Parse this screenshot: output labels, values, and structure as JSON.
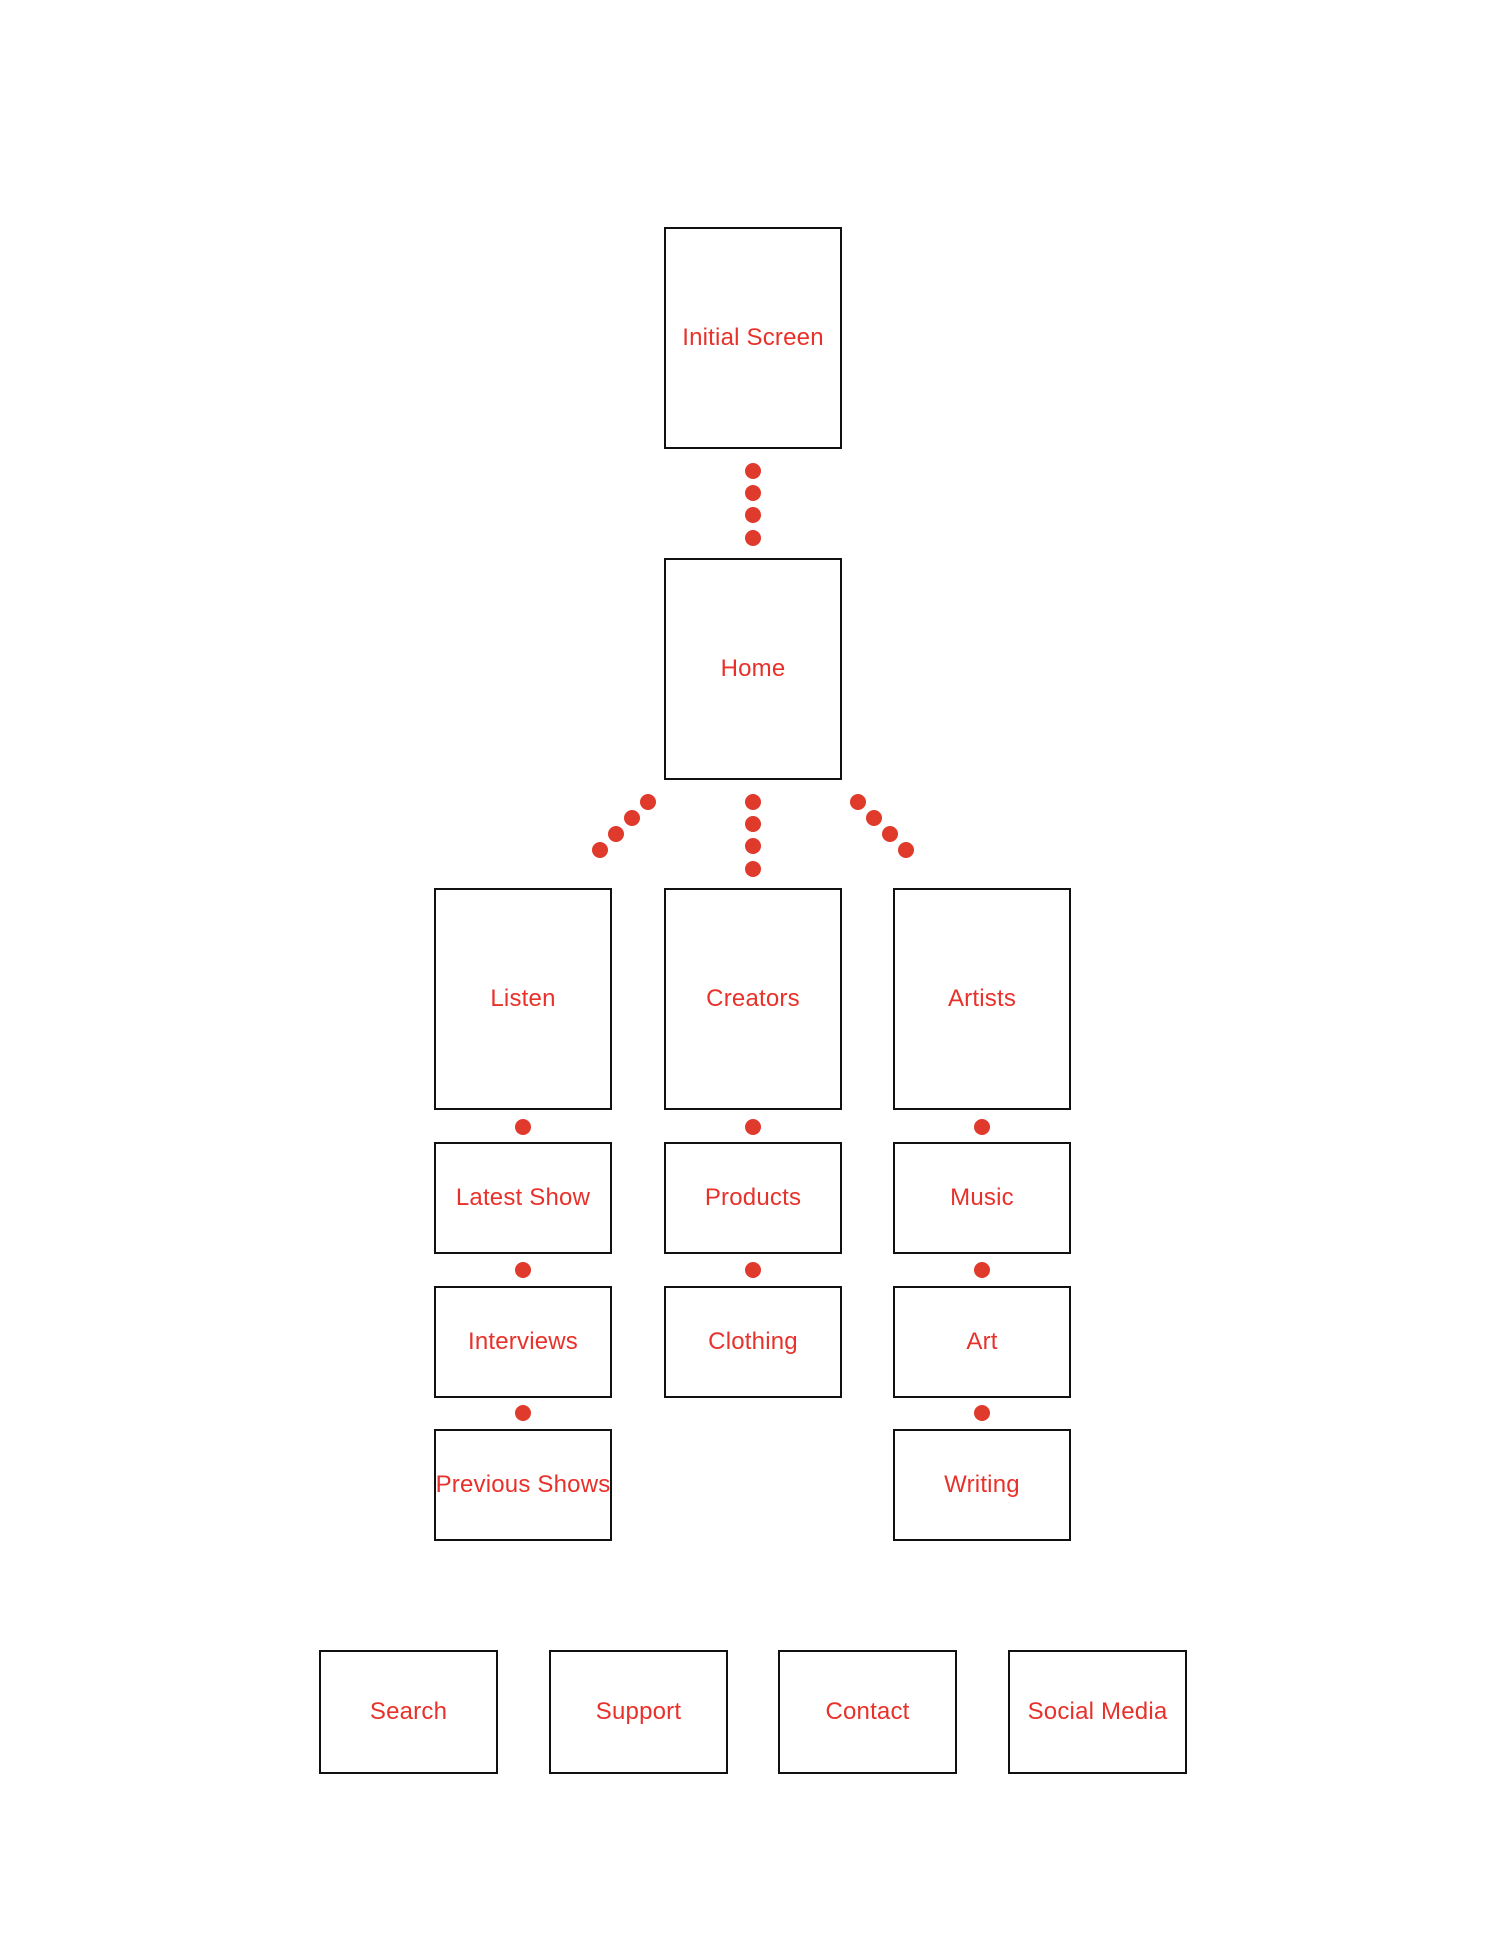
{
  "colors": {
    "label": "#e8312a",
    "connector": "#e03a2c",
    "border": "#111111",
    "background": "#ffffff"
  },
  "nodes": {
    "initial_screen": "Initial Screen",
    "home": "Home",
    "listen": "Listen",
    "creators": "Creators",
    "artists": "Artists",
    "latest_show": "Latest Show",
    "products": "Products",
    "music": "Music",
    "interviews": "Interviews",
    "clothing": "Clothing",
    "art": "Art",
    "previous_shows": "Previous Shows",
    "writing": "Writing",
    "search": "Search",
    "support": "Support",
    "contact": "Contact",
    "social_media": "Social Media"
  },
  "edges": [
    {
      "from": "initial_screen",
      "to": "home"
    },
    {
      "from": "home",
      "to": "listen"
    },
    {
      "from": "home",
      "to": "creators"
    },
    {
      "from": "home",
      "to": "artists"
    },
    {
      "from": "listen",
      "to": "latest_show"
    },
    {
      "from": "latest_show",
      "to": "interviews"
    },
    {
      "from": "interviews",
      "to": "previous_shows"
    },
    {
      "from": "creators",
      "to": "products"
    },
    {
      "from": "products",
      "to": "clothing"
    },
    {
      "from": "artists",
      "to": "music"
    },
    {
      "from": "music",
      "to": "art"
    },
    {
      "from": "art",
      "to": "writing"
    }
  ]
}
